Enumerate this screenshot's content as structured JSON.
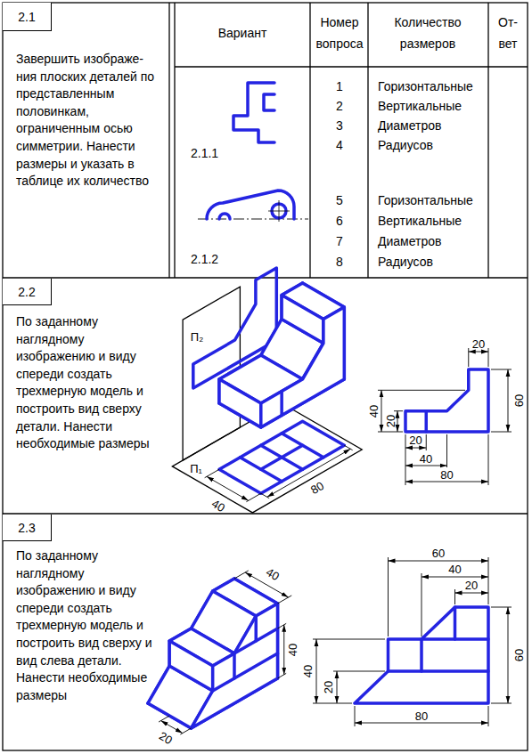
{
  "diagram": {
    "nodes": [
      {
        "text": [
          "2.1"
        ]
      },
      {
        "text": [
          "2.2"
        ]
      },
      {
        "text": [
          "2.3"
        ]
      }
    ],
    "labels": [
      "Завершить изображе- ния плоских деталей по представленным половинкам, ограниченным осью симметрии. Нанести размеры и указать в таблице их количество",
      "Вариант",
      "Номер вопроса",
      "Количество размеров",
      "От- вет",
      "2.1.1",
      "1",
      "Горизонтальные",
      "2",
      "Вертикальные",
      "3",
      "Диаметров",
      "4",
      "Радиусов",
      "2.1.2",
      "5",
      "Горизонтальные",
      "6",
      "Вертикальные",
      "7",
      "Диаметров",
      "8",
      "Радиусов",
      "По заданному наглядному изображению и виду спереди создать трехмерную модель и построить вид сверху детали. Нанести необходимые размеры",
      "П₂",
      "П₁",
      "80",
      "40",
      "20",
      "60",
      "40",
      "20",
      "20",
      "40",
      "80",
      "По заданному наглядному изображению и виду спереди создать трехмерную модель и построить вид сверху и вид слева детали. Нанести необходимые размеры",
      "40",
      "40",
      "20",
      "60",
      "40",
      "20",
      "60",
      "40",
      "20",
      "80"
    ]
  }
}
